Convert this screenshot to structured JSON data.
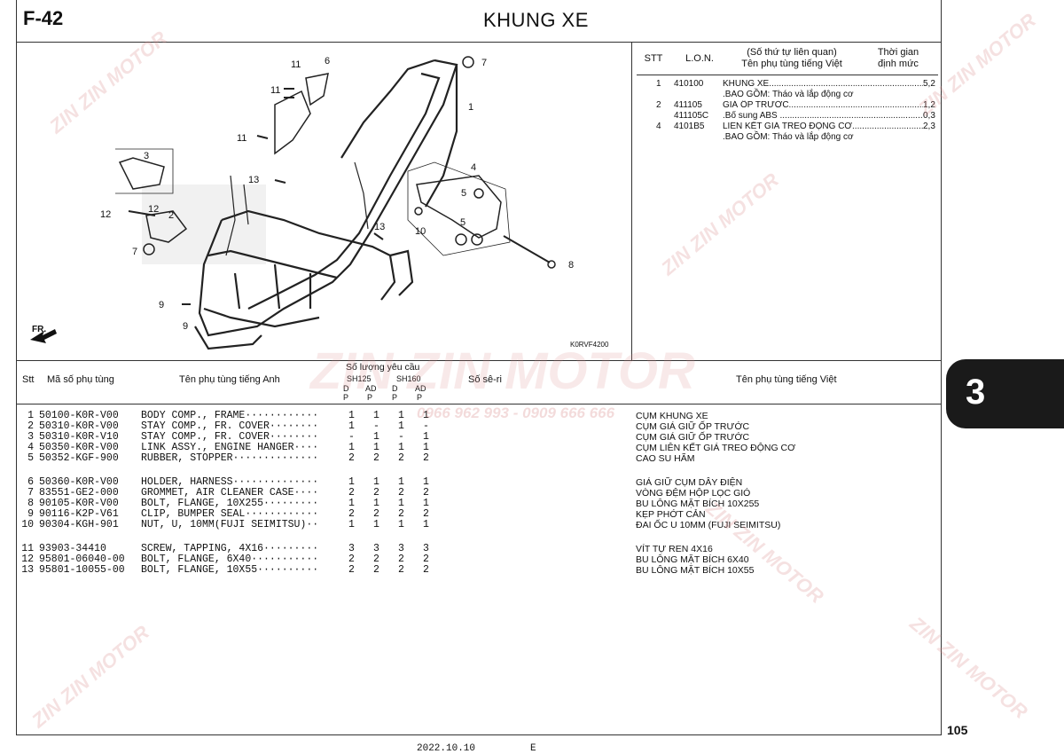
{
  "header": {
    "code": "F-42",
    "title": "KHUNG XE"
  },
  "diagram": {
    "callouts": [
      {
        "n": "11"
      },
      {
        "n": "6"
      },
      {
        "n": "7"
      },
      {
        "n": "11"
      },
      {
        "n": "1"
      },
      {
        "n": "11"
      },
      {
        "n": "3"
      },
      {
        "n": "13"
      },
      {
        "n": "4"
      },
      {
        "n": "12"
      },
      {
        "n": "12"
      },
      {
        "n": "2"
      },
      {
        "n": "5"
      },
      {
        "n": "5"
      },
      {
        "n": "10"
      },
      {
        "n": "13"
      },
      {
        "n": "7"
      },
      {
        "n": "8"
      },
      {
        "n": "9"
      },
      {
        "n": "9"
      }
    ],
    "ref_code": "K0RVF4200",
    "direction": "FR."
  },
  "related": {
    "headers": {
      "stt": "STT",
      "lon": "L.O.N.",
      "desc": "(Số thứ tự liên quan)\nTên phụ tùng tiếng Việt",
      "time": "Thời gian\nđịnh mức"
    },
    "rows": [
      {
        "stt": "1",
        "lon": "410100",
        "desc": "KHUNG XE......................................................................",
        "time": "5,2"
      },
      {
        "stt": "",
        "lon": "",
        "desc": ".BAO GỒM: Tháo và lắp động cơ",
        "time": ""
      },
      {
        "stt": "2",
        "lon": "411105",
        "desc": "GIÁ ỐP TRƯỚC...............................................................",
        "time": "1,2"
      },
      {
        "stt": "",
        "lon": "411105C",
        "desc": ".Bổ sung ABS ..................................................................",
        "time": "0,3"
      },
      {
        "stt": "4",
        "lon": "4101B5",
        "desc": "LIÊN KẾT GIÁ TREO ĐỘNG CƠ.............................",
        "time": "2,3"
      },
      {
        "stt": "",
        "lon": "",
        "desc": ".BAO GỒM: Tháo và lắp động cơ",
        "time": ""
      }
    ]
  },
  "parts_table": {
    "headers": {
      "stt": "Stt",
      "part_no": "Mã số phụ tùng",
      "name_en": "Tên phụ tùng tiếng Anh",
      "qty": "Số lượng yêu cầu",
      "sh125": "SH125",
      "sh160": "SH160",
      "d": "D",
      "ad": "AD",
      "p": "P",
      "serial": "Số sê-ri",
      "name_vi": "Tên phụ tùng tiếng Việt"
    },
    "rows": [
      {
        "stt": "1",
        "no": "50100-K0R-V00",
        "en": "BODY COMP., FRAME············",
        "q": [
          "1",
          "1",
          "1",
          "1"
        ],
        "vi": "CỤM KHUNG XE"
      },
      {
        "stt": "2",
        "no": "50310-K0R-V00",
        "en": "STAY COMP., FR. COVER········",
        "q": [
          "1",
          "-",
          "1",
          "-"
        ],
        "vi": "CỤM GIÁ GIỮ ỐP TRƯỚC"
      },
      {
        "stt": "3",
        "no": "50310-K0R-V10",
        "en": "STAY COMP., FR. COVER········",
        "q": [
          "-",
          "1",
          "-",
          "1"
        ],
        "vi": "CỤM GIÁ GIỮ ỐP TRƯỚC"
      },
      {
        "stt": "4",
        "no": "50350-K0R-V00",
        "en": "LINK ASSY., ENGINE HANGER····",
        "q": [
          "1",
          "1",
          "1",
          "1"
        ],
        "vi": "CỤM LIÊN KẾT GIÁ TREO ĐỘNG CƠ"
      },
      {
        "stt": "5",
        "no": "50352-KGF-900",
        "en": "RUBBER, STOPPER··············",
        "q": [
          "2",
          "2",
          "2",
          "2"
        ],
        "vi": "CAO SU HÃM"
      },
      {
        "stt": "6",
        "no": "50360-K0R-V00",
        "en": "HOLDER, HARNESS··············",
        "q": [
          "1",
          "1",
          "1",
          "1"
        ],
        "vi": "GIÁ GIỮ CỤM DÂY ĐIỆN"
      },
      {
        "stt": "7",
        "no": "83551-GE2-000",
        "en": "GROMMET, AIR CLEANER CASE····",
        "q": [
          "2",
          "2",
          "2",
          "2"
        ],
        "vi": "VÒNG ĐỆM HỘP LỌC GIÓ"
      },
      {
        "stt": "8",
        "no": "90105-K0R-V00",
        "en": "BOLT, FLANGE, 10X255·········",
        "q": [
          "1",
          "1",
          "1",
          "1"
        ],
        "vi": "BU LÔNG MẶT BÍCH 10X255"
      },
      {
        "stt": "9",
        "no": "90116-K2P-V61",
        "en": "CLIP, BUMPER SEAL············",
        "q": [
          "2",
          "2",
          "2",
          "2"
        ],
        "vi": "KẸP PHỚT CẢN"
      },
      {
        "stt": "10",
        "no": "90304-KGH-901",
        "en": "NUT, U, 10MM(FUJI SEIMITSU)··",
        "q": [
          "1",
          "1",
          "1",
          "1"
        ],
        "vi": "ĐAI ỐC U 10MM (FUJI SEIMITSU)"
      },
      {
        "stt": "11",
        "no": "93903-34410",
        "en": "SCREW, TAPPING, 4X16·········",
        "q": [
          "3",
          "3",
          "3",
          "3"
        ],
        "vi": "VÍT TỰ REN 4X16"
      },
      {
        "stt": "12",
        "no": "95801-06040-00",
        "en": "BOLT, FLANGE, 6X40···········",
        "q": [
          "2",
          "2",
          "2",
          "2"
        ],
        "vi": "BU LÔNG MẶT BÍCH 6X40"
      },
      {
        "stt": "13",
        "no": "95801-10055-00",
        "en": "BOLT, FLANGE, 10X55··········",
        "q": [
          "2",
          "2",
          "2",
          "2"
        ],
        "vi": "BU LÔNG MẶT BÍCH 10X55"
      }
    ]
  },
  "section_tab": "3",
  "page_number": "105",
  "footer": {
    "date": "2022.10.10",
    "edition": "E"
  },
  "watermark": {
    "brand": "ZIN ZIN MOTOR",
    "phone": "0966 962 993 - 0909 666 666"
  },
  "colors": {
    "watermark": "#d98c8c",
    "tab": "#1a1a1a"
  }
}
